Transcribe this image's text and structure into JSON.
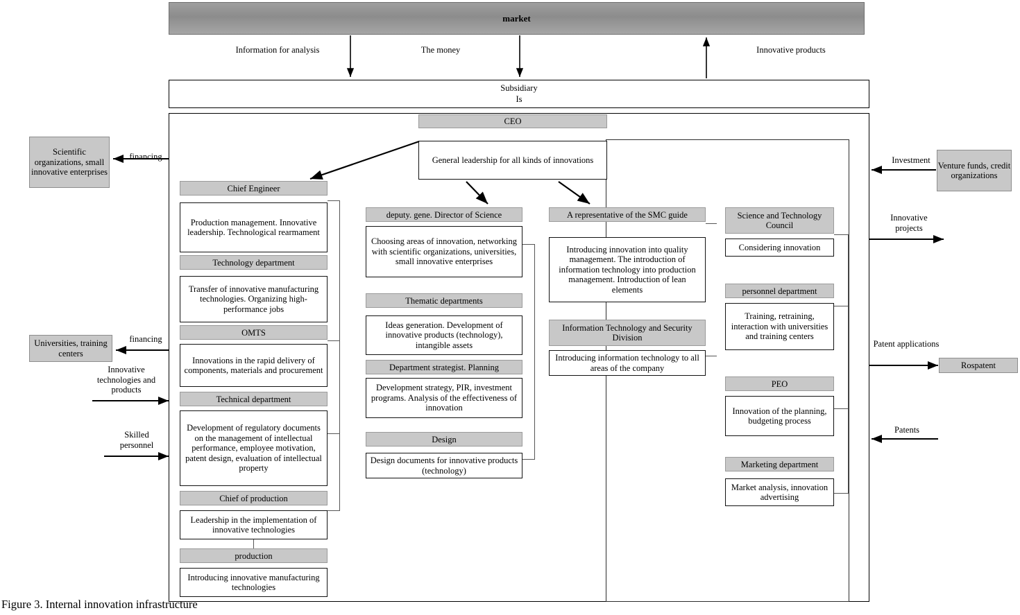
{
  "figure": {
    "caption": "Figure 3. Internal innovation infrastructure"
  },
  "market": {
    "label": "market"
  },
  "subsidiary": {
    "line1": "Subsidiary",
    "line2": "Is"
  },
  "market_flows": [
    {
      "label": "Information for analysis",
      "direction": "down"
    },
    {
      "label": "The money",
      "direction": "down"
    },
    {
      "label": "Innovative products",
      "direction": "up"
    }
  ],
  "ceo": {
    "title": "CEO",
    "body": "General leadership for all kinds of innovations"
  },
  "columns": [
    {
      "name": "chief-engineer",
      "blocks": [
        {
          "header": "Chief Engineer",
          "body": "Production management. Innovative leadership. Technological rearmament"
        },
        {
          "header": "Technology department",
          "body": "Transfer of innovative manufacturing technologies. Organizing high-performance jobs"
        },
        {
          "header": "OMTS",
          "body": "Innovations in the rapid delivery of components, materials and procurement"
        },
        {
          "header": "Technical department",
          "body": "Development of regulatory documents on the management of intellectual performance, employee motivation, patent design, evaluation of intellectual property"
        },
        {
          "header": "Chief of production",
          "body": "Leadership in the implementation of innovative technologies"
        },
        {
          "header": "production",
          "body": "Introducing innovative manufacturing technologies"
        }
      ]
    },
    {
      "name": "deputy-director-science",
      "blocks": [
        {
          "header": "deputy. gene. Director of Science",
          "body": "Choosing areas of innovation, networking with scientific organizations, universities, small innovative enterprises"
        },
        {
          "header": "Thematic departments",
          "body": "Ideas generation. Development of innovative products (technology), intangible assets"
        },
        {
          "header": "Department strategist. Planning",
          "body": "Development strategy, PIR, investment programs. Analysis of the effectiveness of innovation"
        },
        {
          "header": "Design",
          "body": "Design documents for innovative products (technology)"
        }
      ]
    },
    {
      "name": "smc-representative",
      "blocks": [
        {
          "header": "A representative of the SMC guide",
          "body": "Introducing innovation into quality management. The introduction of information technology into production management. Introduction of lean elements"
        },
        {
          "header": "Information Technology and Security Division",
          "body": "Introducing information technology to all areas of the company"
        }
      ]
    },
    {
      "name": "science-technology-council",
      "blocks": [
        {
          "header": "Science and Technology Council",
          "body": "Considering innovation"
        },
        {
          "header": "personnel department",
          "body": "Training, retraining, interaction with universities and training centers"
        },
        {
          "header": "PEO",
          "body": "Innovation of the planning, budgeting process"
        },
        {
          "header": "Marketing department",
          "body": "Market analysis, innovation advertising"
        }
      ]
    }
  ],
  "external": {
    "left": [
      {
        "name": "scientific-organizations",
        "label": "Scientific organizations, small innovative enterprises"
      },
      {
        "name": "universities",
        "label": "Universities, training centers"
      }
    ],
    "right": [
      {
        "name": "venture-funds",
        "label": "Venture funds, credit organizations"
      },
      {
        "name": "rospatent",
        "label": "Rospatent"
      }
    ]
  },
  "flow_labels": {
    "left": [
      {
        "label": "financing",
        "direction": "out-left"
      },
      {
        "label": "financing",
        "direction": "out-left"
      },
      {
        "label": "Innovative technologies and products",
        "direction": "in-right"
      },
      {
        "label": "Skilled personnel",
        "direction": "in-right"
      }
    ],
    "right": [
      {
        "label": "Investment",
        "direction": "in-left"
      },
      {
        "label": "Innovative projects",
        "direction": "out-right"
      },
      {
        "label": "Patent applications",
        "direction": "out-right"
      },
      {
        "label": "Patents",
        "direction": "in-left"
      }
    ]
  },
  "colors": {
    "header_fill": "#c8c8c8",
    "market_fill": "#969696",
    "box_stroke": "#111111",
    "background": "#ffffff"
  }
}
